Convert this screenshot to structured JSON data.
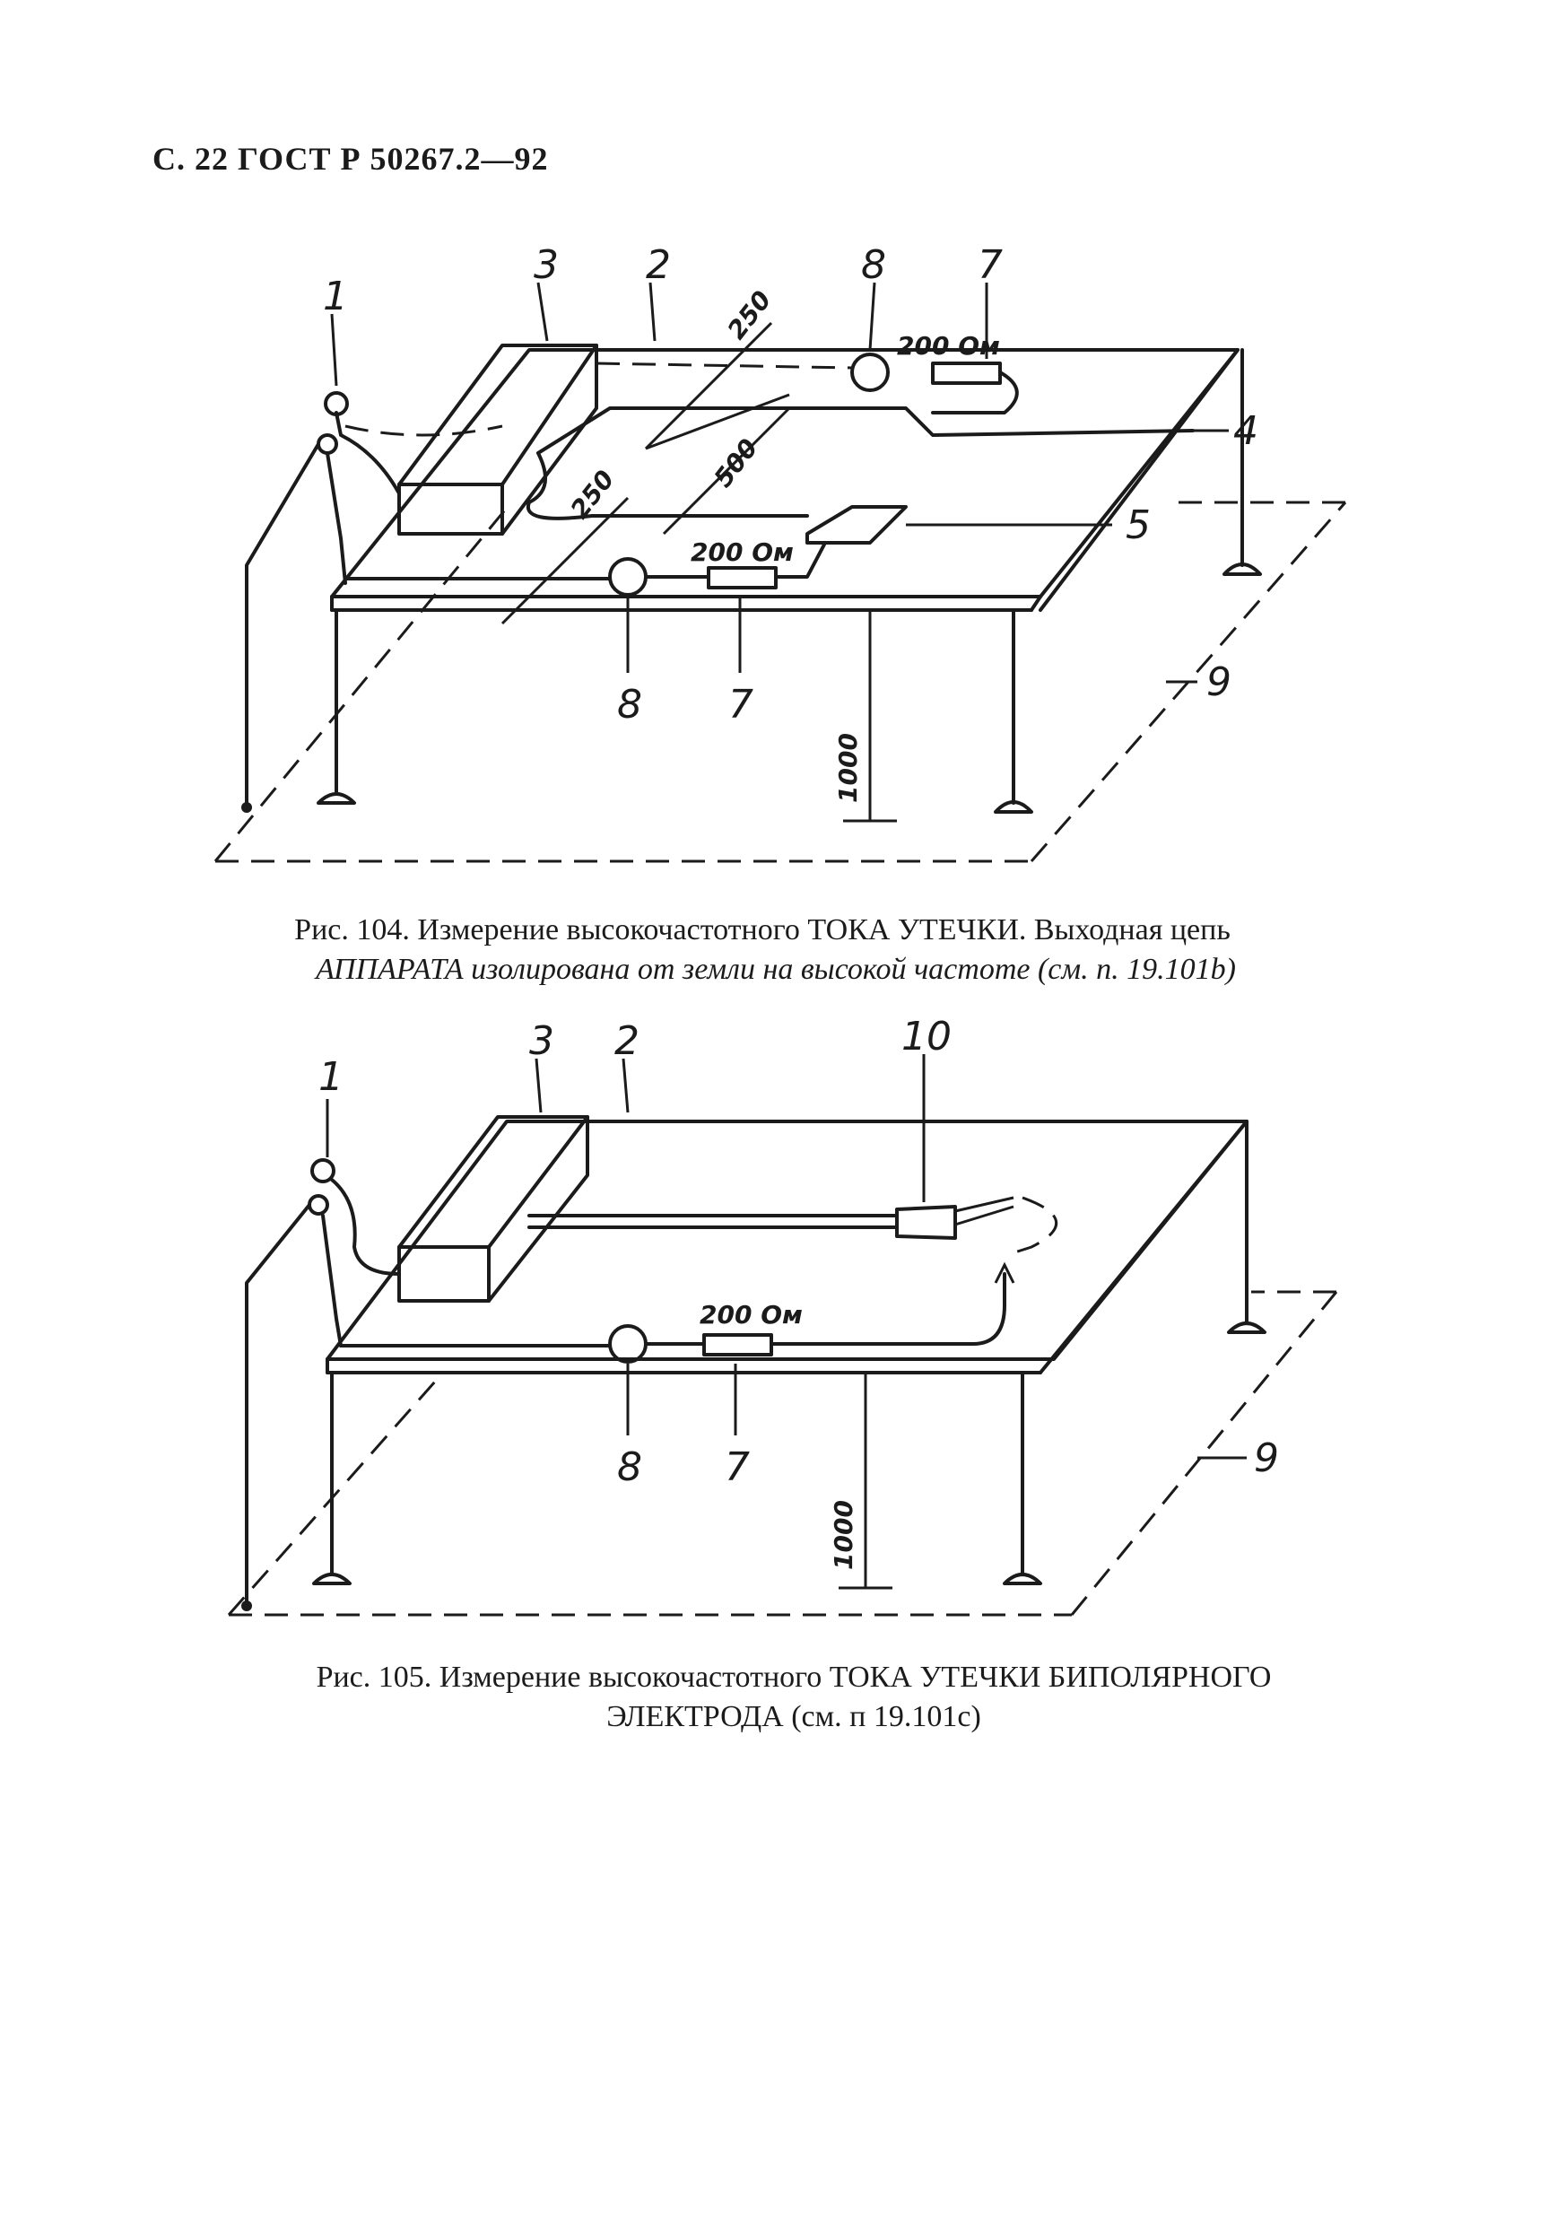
{
  "page_header": "С. 22 ГОСТ Р 50267.2—92",
  "figure104": {
    "labels": {
      "l1": "1",
      "l2": "2",
      "l3": "3",
      "l4": "4",
      "l5": "5",
      "l7a": "7",
      "l7b": "7",
      "l8": "8",
      "l8b": "8",
      "l9": "9"
    },
    "dimensions": {
      "d250a": "250",
      "d250b": "250",
      "d500": "500",
      "d1000": "1000"
    },
    "resistor_labels": {
      "r1": "200 Ом",
      "r2": "200 Ом"
    },
    "caption_line1": "Рис. 104. Измерение высокочастотного ТОКА УТЕЧКИ. Выходная цепь",
    "caption_line2": "АППАРАТА изолирована от земли на высокой частоте (см. п. 19.101b)"
  },
  "figure105": {
    "labels": {
      "l1": "1",
      "l2": "2",
      "l3": "3",
      "l7": "7",
      "l8": "8",
      "l9": "9",
      "l10": "10"
    },
    "dimensions": {
      "d1000": "1000"
    },
    "resistor_labels": {
      "r1": "200 Ом"
    },
    "caption_line1": "Рис. 105. Измерение высокочастотного ТОКА УТЕЧКИ БИПОЛЯРНОГО",
    "caption_line2": "ЭЛЕКТРОДА (см. п  19.101с)"
  }
}
